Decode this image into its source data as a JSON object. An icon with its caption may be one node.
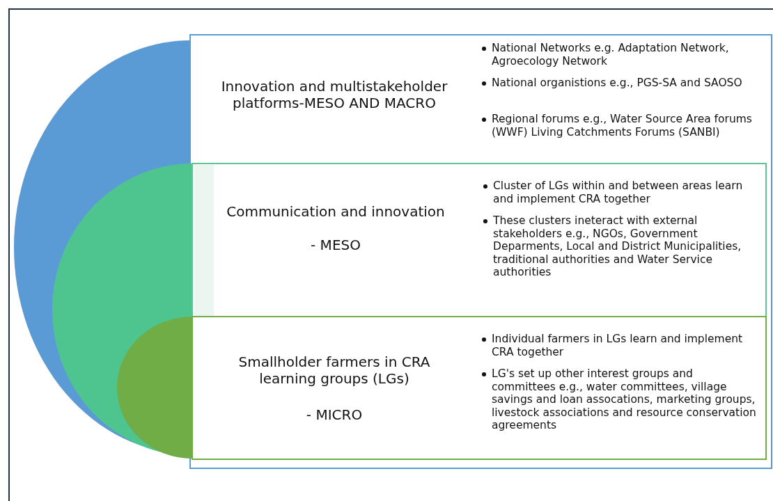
{
  "diagram": {
    "nodes": [
      {
        "text": [
          "Innovation and multistakeholder platforms-MESO AND MACRO",
          "National Networks e.g. Adaptation Network, Agroecology Network",
          "National organistions e.g., PGS-SA and SAOSO",
          "Regional forums e.g., Water Source Area forums (WWF) Living Catchments Forums (SANBI)"
        ]
      },
      {
        "text": [
          "Communication and innovation",
          "- MESO",
          "Cluster of LGs within and between areas learn and implement CRA together",
          "These clusters ineteract with external stakeholders e.g., NGOs, Government Deparments, Local and District Municipalities, traditional authorities and Water Service authorities"
        ],
        "in": 0
      },
      {
        "text": [
          "Smallholder farmers in CRA learning groups (LGs)",
          "- MICRO",
          "Individual farmers in LGs learn and implement CRA together",
          "LG's set up other interest groups and committees e.g., water committees, village savings and loan assocations, marketing groups, livestock associations and resource conservation agreements"
        ],
        "in": 1
      }
    ]
  }
}
